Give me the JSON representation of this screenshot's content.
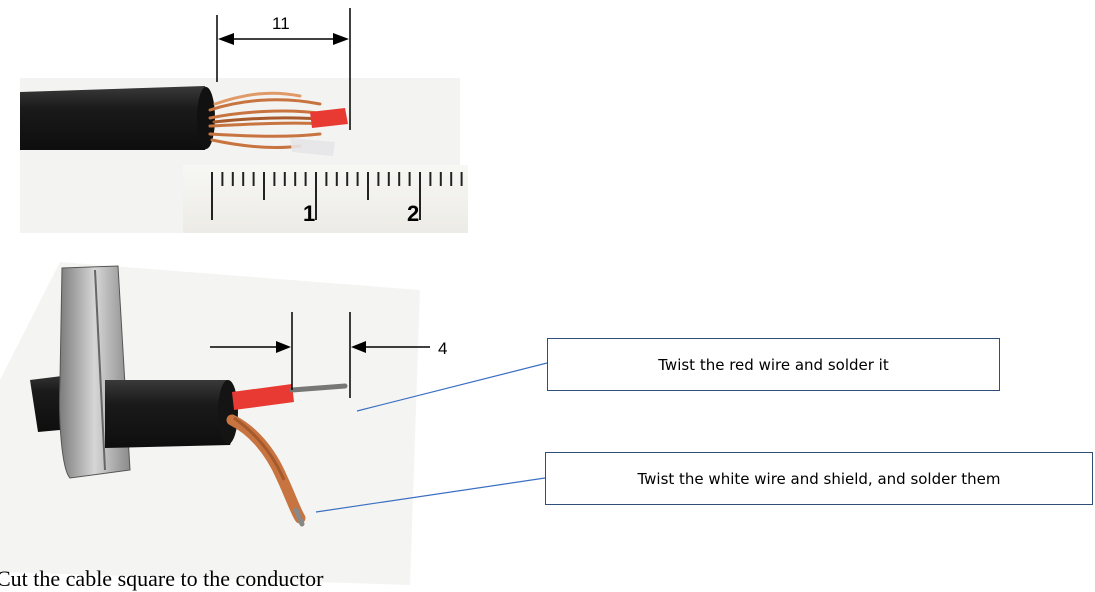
{
  "dimensions": {
    "strip_length": "11",
    "tin_length": "4"
  },
  "callouts": {
    "red_wire": "Twist the red wire and solder it",
    "white_wire_shield": "Twist the white wire and shield, and solder them"
  },
  "ruler": {
    "labels": [
      "1",
      "2"
    ]
  },
  "caption_fragment": "Cut the cable square to the conductor",
  "colors": {
    "callout_border": "#2f4f78",
    "leader_line": "#3a6fc2",
    "cable": "#1c1c1c",
    "copper": "#c87440",
    "red_insulation": "#e83a33"
  }
}
